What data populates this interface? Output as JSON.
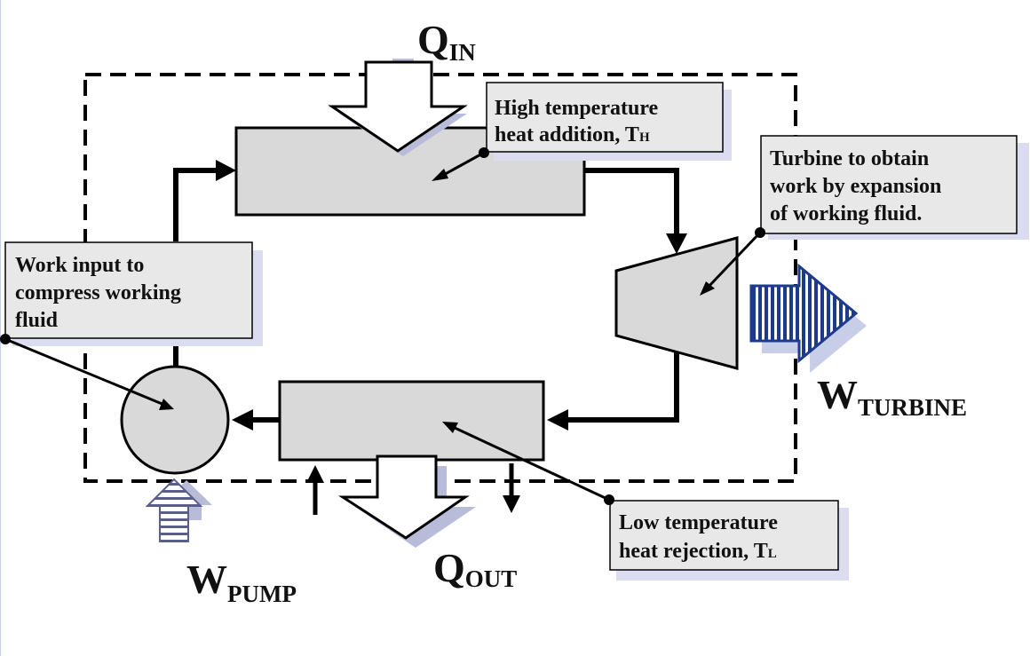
{
  "labels": {
    "q_in_main": "Q",
    "q_in_sub": "IN",
    "q_out_main": "Q",
    "q_out_sub": "OUT",
    "w_turbine_main": "W",
    "w_turbine_sub": "TURBINE",
    "w_pump_main": "W",
    "w_pump_sub": "PUMP"
  },
  "callouts": {
    "high_temp": {
      "line1": "High temperature",
      "line2_prefix": "heat addition, T",
      "line2_sub": "H"
    },
    "turbine": {
      "line1": "Turbine to obtain",
      "line2": "work by expansion",
      "line3": "of working fluid."
    },
    "pump": {
      "line1": "Work input to",
      "line2": "compress working",
      "line3": "fluid"
    },
    "low_temp": {
      "line1": "Low temperature",
      "line2_prefix": "heat rejection, T",
      "line2_sub": "L"
    }
  },
  "colors": {
    "component_fill": "#d9d9d9",
    "callout_fill": "#e8e8e8",
    "callout_shadow": "#dcdcf0",
    "turbine_arrow": "#1e3a8a",
    "line": "#000000"
  }
}
